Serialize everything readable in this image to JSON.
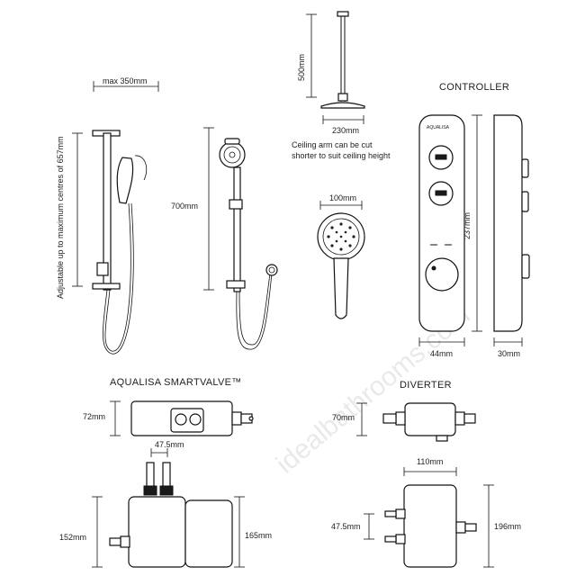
{
  "watermark": "idealbathrooms.com",
  "headings": {
    "controller": "CONTROLLER",
    "smartvalve": "AQUALISA SMARTVALVE™",
    "diverter": "DIVERTER"
  },
  "dimensions": {
    "rail_width": "max 350mm",
    "rail_adjust": "Adjustable up to maximum centres of 657mm",
    "rail_height": "700mm",
    "arm_length": "500mm",
    "head_diameter": "230mm",
    "ceiling_note_1": "Ceiling arm can be cut",
    "ceiling_note_2": "shorter to suit ceiling height",
    "handset_width": "100mm",
    "controller_height": "237mm",
    "controller_width": "44mm",
    "controller_depth": "30mm",
    "valve_top_height": "72mm",
    "valve_centres": "47.5mm",
    "valve_left_height": "152mm",
    "valve_right_height": "165mm",
    "diverter_top_height": "70mm",
    "diverter_width": "110mm",
    "diverter_centres": "47.5mm",
    "diverter_height": "196mm"
  },
  "controller": {
    "brand": "AQUALISA"
  }
}
